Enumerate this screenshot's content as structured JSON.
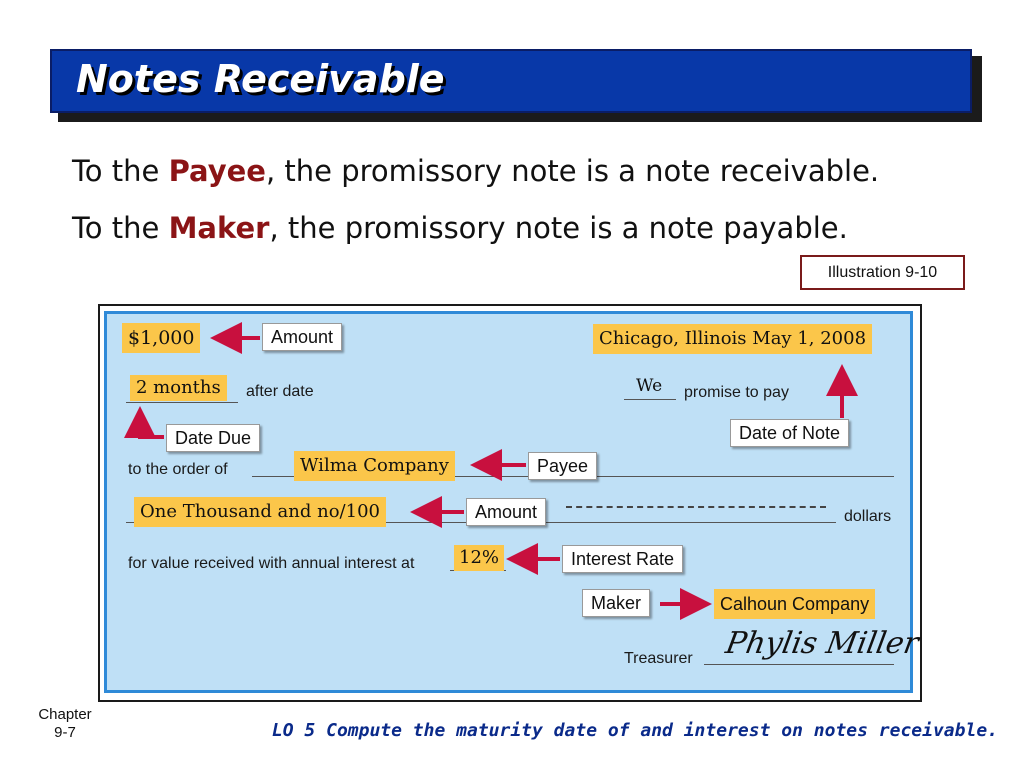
{
  "slide": {
    "title": "Notes Receivable",
    "payee_line": {
      "prefix": "To the ",
      "term": "Payee",
      "suffix": ", the promissory note is a note receivable."
    },
    "maker_line": {
      "prefix": "To the ",
      "term": "Maker",
      "suffix": ", the promissory note is a note payable."
    },
    "illustration_label": "Illustration 9-10",
    "chapter_label": "Chapter",
    "chapter_number": "9-7",
    "learning_objective": "LO 5  Compute the maturity date of and interest on notes receivable."
  },
  "note": {
    "amount_value": "$1,000",
    "duration_value": "2 months",
    "after_date_text": "after date",
    "place_date_value": "Chicago, Illinois   May 1, 2008",
    "we_value": "We",
    "promise_text": "promise to pay",
    "order_of_text": "to the order of",
    "payee_value": "Wilma Company",
    "amount_words_value": "One Thousand and no/100",
    "dollars_text": "dollars",
    "interest_text": "for value received with annual interest at",
    "interest_value": "12%",
    "maker_value": "Calhoun Company",
    "treasurer_text": "Treasurer",
    "signature_value": "Phylis Miller"
  },
  "callouts": {
    "amount": "Amount",
    "date_due": "Date Due",
    "date_of_note": "Date of Note",
    "payee": "Payee",
    "amount_words": "Amount",
    "interest_rate": "Interest Rate",
    "maker": "Maker"
  },
  "colors": {
    "title_bar": "#0838a8",
    "emphasis": "#8b1416",
    "note_background": "#bfe0f6",
    "note_border": "#2f8ad8",
    "highlight": "#fbc64a",
    "arrow": "#c8103e",
    "lo_text": "#0a2a8a"
  }
}
